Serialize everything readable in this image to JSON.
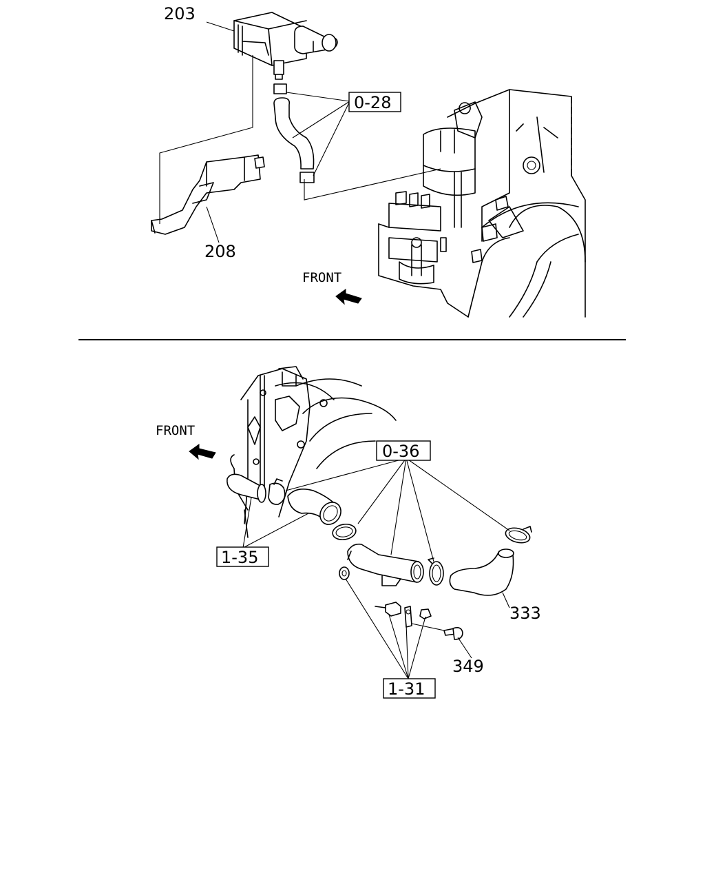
{
  "callouts": {
    "part_203": "203",
    "part_208": "208",
    "ref_0_28": "0-28",
    "part_333": "333",
    "part_349": "349",
    "ref_0_36": "0-36",
    "ref_1_35": "1-35",
    "ref_1_31": "1-31"
  },
  "front_top": "FRONT",
  "front_bottom": "FRONT"
}
